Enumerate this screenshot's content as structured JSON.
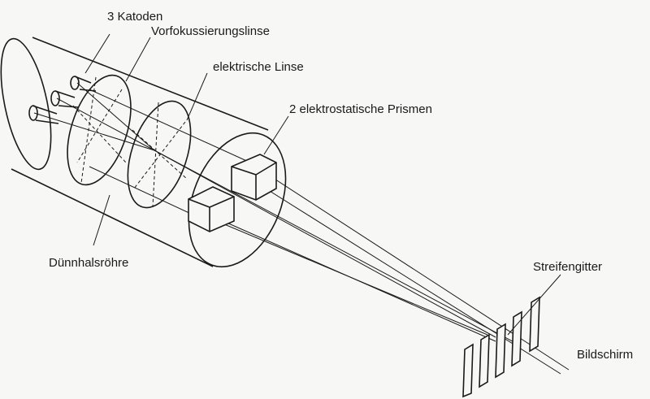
{
  "labels": {
    "katoden": "3 Katoden",
    "vorfokus": "Vorfokussierungslinse",
    "linse": "elektrische Linse",
    "prismen": "2 elektrostatische Prismen",
    "roehre": "Dünnhalsröhre",
    "gitter": "Streifengitter",
    "schirm": "Bildschirm"
  },
  "colors": {
    "ink": "#1a1a1a",
    "paper": "#f7f7f5"
  }
}
